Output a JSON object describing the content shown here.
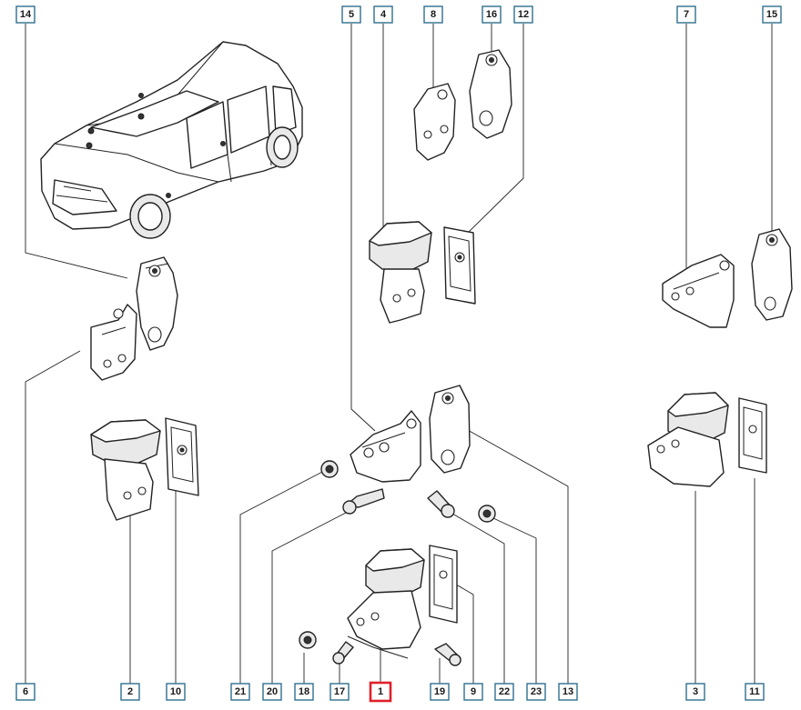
{
  "diagram": {
    "callouts": [
      {
        "id": "c14",
        "label": "14"
      },
      {
        "id": "c5",
        "label": "5"
      },
      {
        "id": "c4",
        "label": "4"
      },
      {
        "id": "c8",
        "label": "8"
      },
      {
        "id": "c16",
        "label": "16"
      },
      {
        "id": "c12",
        "label": "12"
      },
      {
        "id": "c7",
        "label": "7"
      },
      {
        "id": "c15",
        "label": "15"
      },
      {
        "id": "c6",
        "label": "6"
      },
      {
        "id": "c2",
        "label": "2"
      },
      {
        "id": "c10",
        "label": "10"
      },
      {
        "id": "c21",
        "label": "21"
      },
      {
        "id": "c20",
        "label": "20"
      },
      {
        "id": "c18",
        "label": "18"
      },
      {
        "id": "c17",
        "label": "17"
      },
      {
        "id": "c1",
        "label": "1",
        "highlighted": true
      },
      {
        "id": "c19",
        "label": "19"
      },
      {
        "id": "c9",
        "label": "9"
      },
      {
        "id": "c22",
        "label": "22"
      },
      {
        "id": "c23",
        "label": "23"
      },
      {
        "id": "c13",
        "label": "13"
      },
      {
        "id": "c3",
        "label": "3"
      },
      {
        "id": "c11",
        "label": "11"
      }
    ],
    "colors": {
      "callout_border": "#2f6f8f",
      "highlight_border": "#e0202a",
      "line": "#222222"
    }
  }
}
